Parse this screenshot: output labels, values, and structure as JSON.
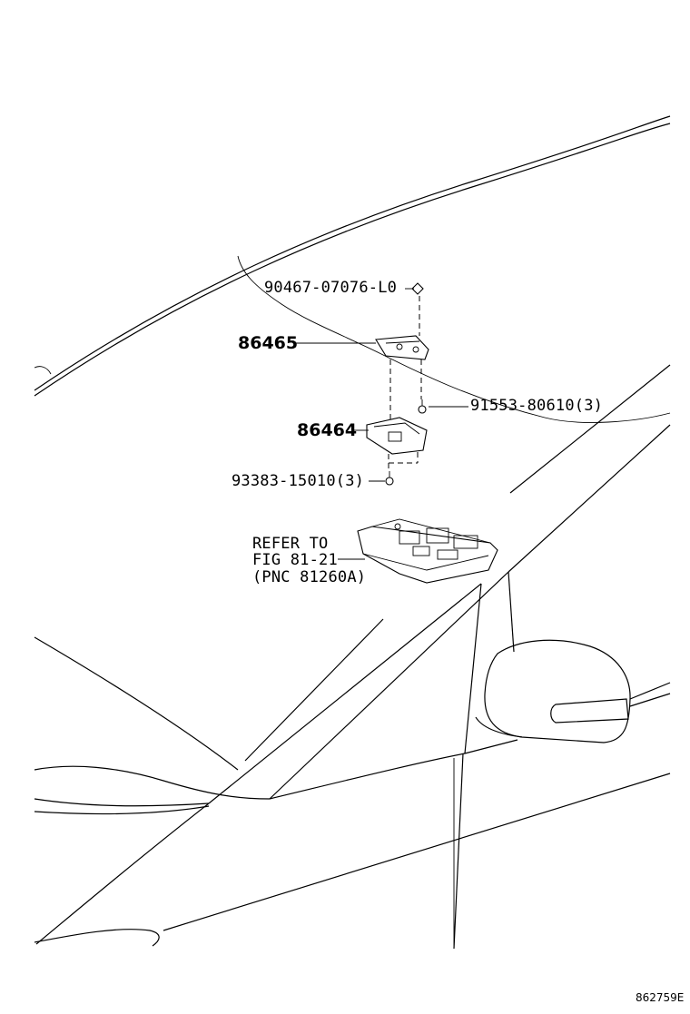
{
  "callouts": {
    "clip_part": "90467-07076-L0",
    "bracket_part": "86465",
    "screw_part": "91553-80610(3)",
    "module_part": "86464",
    "bolt_part": "93383-15010(3)",
    "refer_line1": "REFER TO",
    "refer_line2": "FIG 81-21",
    "refer_line3": "(PNC 81260A)"
  },
  "figure_code": "862759E"
}
